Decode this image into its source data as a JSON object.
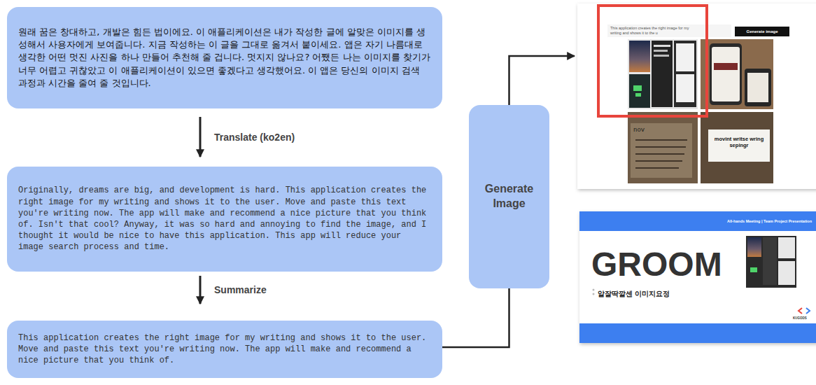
{
  "diagram": {
    "nodes": [
      {
        "text": [
          "원래 꿈은 창대하고, 개발은 힘든 법이에요. 이 애플리케이션은 내가 작성한 글에 알맞은 이미지를 생성해서 사용자에게 보여줍니다. 지금 작성하는 이 글을 그대로 옮겨서 붙이세요. 앱은 자기 나름대로 생각한 어떤 멋진 사진을 하나 만들어 추천해 줄 겁니다. 멋지지 않나요? 어쨌든 나는 이미지를 찾기가 너무 어렵고 귀찮았고 이 애플리케이션이 있으면 좋겠다고 생각했어요. 이 앱은 당신의 이미지 검색 과정과 시간을 줄여 줄 것입니다."
        ]
      },
      {
        "text": [
          "Originally, dreams are big, and development is hard. This application creates the right image for my writing and shows it to the user. Move and paste this text you're writing now. The app will make and recommend a nice picture that you think of. Isn't that cool? Anyway, it was so hard and annoying to find the image, and I thought it would be nice to have this application. This app will reduce your image search process and time."
        ]
      },
      {
        "text": [
          "This application creates the right image for my writing and shows it to the user. Move and paste this text you're writing now. The app will make and recommend a nice picture that you think of."
        ]
      },
      {
        "text": [
          "Generate Image"
        ]
      },
      {
        "text": [
          "This application creates the right image for my writing and shows it to the u",
          "Generate image"
        ]
      },
      {
        "text": [
          "All-hands Meeting | Team Project Presentation",
          "GROOM",
          "알잘딱깔센 이미지요정",
          "KUGODS"
        ]
      }
    ],
    "edges": [
      {
        "from": 0,
        "to": 1,
        "arrow": "to",
        "label": "Translate (ko2en)"
      },
      {
        "from": 1,
        "to": 2,
        "arrow": "to",
        "label": "Summarize"
      },
      {
        "from": 2,
        "to": 3,
        "arrow": "none"
      },
      {
        "from": 3,
        "to": 4,
        "arrow": "to"
      }
    ],
    "labels": [
      "nov",
      "movint writse wring sepingr"
    ]
  }
}
